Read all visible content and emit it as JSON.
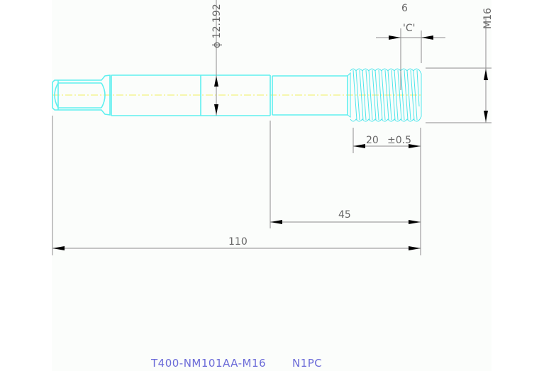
{
  "drawing": {
    "type": "technical-drawing",
    "subject": "threaded shaft / stud",
    "colors": {
      "part_outline": "#5ff0f0",
      "centerline": "#f0f060",
      "dimension_lines": "#8c8c8c",
      "dimension_text": "#666666",
      "title_text": "#6a6ad8",
      "sheet_bg": "#fbfdfb"
    },
    "dimensions": {
      "diameter": "ϕ 12.192",
      "thread_size": "M16",
      "chamfer_label": "'C'",
      "chamfer_value": "6",
      "thread_length": "20",
      "thread_tolerance": "±0.5",
      "step_length": "45",
      "overall_length": "110"
    },
    "title_block": {
      "part_number": "T400-NM101AA-M16",
      "quantity": "N1PC"
    }
  }
}
